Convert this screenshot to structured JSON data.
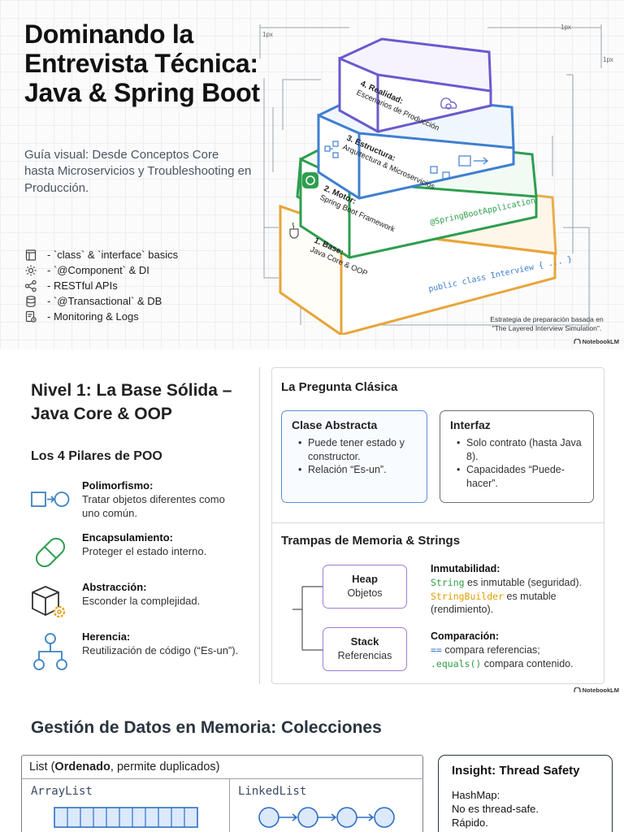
{
  "slide1": {
    "title": "Dominando la Entrevista Técnica: Java & Spring Boot",
    "subtitle": "Guía visual: Desde Conceptos Core hasta Microservicios y Troubleshooting en Producción.",
    "features": [
      {
        "icon": "code-file-icon",
        "text": "- `class` & `interface` basics"
      },
      {
        "icon": "gear-icon",
        "text": "- `@Component` & DI"
      },
      {
        "icon": "share-nodes-icon",
        "text": "- RESTful APIs"
      },
      {
        "icon": "database-icon",
        "text": "- `@Transactional` & DB"
      },
      {
        "icon": "monitoring-icon",
        "text": "- Monitoring & Logs"
      }
    ],
    "layers": [
      {
        "label": "4. Realidad:",
        "sub": "Escenarios de Producción",
        "color": "#6a5acd"
      },
      {
        "label": "3. Estructura:",
        "sub": "Arquitectura & Microservicios",
        "color": "#3f7fd0"
      },
      {
        "label": "2. Motor:",
        "sub": "Spring Boot Framework",
        "code": "@SpringBootApplication",
        "color": "#2e9e4f"
      },
      {
        "label": "1. Base:",
        "sub": "Java Core & OOP",
        "code": "public class Interview { ... }",
        "color": "#e8a53a"
      }
    ],
    "dims": {
      "a": "1px",
      "b": "1px",
      "c": "1px"
    },
    "strategy": "Estrategia de preparación basada en \"The Layered Interview Simulation\".",
    "brand": "NotebookLM"
  },
  "slide2": {
    "level_title": "Nivel 1: La Base Sólida – Java Core & OOP",
    "pillars_title": "Los 4 Pilares de POO",
    "pillars": [
      {
        "icon": "polymorphism-icon",
        "title": "Polimorfismo:",
        "desc": "Tratar objetos diferentes como uno común."
      },
      {
        "icon": "capsule-icon",
        "title": "Encapsulamiento:",
        "desc": "Proteger el estado interno."
      },
      {
        "icon": "box-gear-icon",
        "title": "Abstracción:",
        "desc": "Esconder la complejidad."
      },
      {
        "icon": "hierarchy-icon",
        "title": "Herencia:",
        "desc": "Reutilización de código (“Es-un”)."
      }
    ],
    "question_title": "La Pregunta Clásica",
    "abstract_card": {
      "title": "Clase Abstracta",
      "items": [
        "Puede tener estado y constructor.",
        "Relación “Es-un”."
      ]
    },
    "interface_card": {
      "title": "Interfaz",
      "items": [
        "Solo contrato (hasta Java 8).",
        "Capacidades “Puede-hacer”."
      ]
    },
    "memory_title": "Trampas de Memoria & Strings",
    "heap": {
      "title": "Heap",
      "sub": "Objetos"
    },
    "stack": {
      "title": "Stack",
      "sub": "Referencias"
    },
    "immut": {
      "title": "Inmutabilidad:",
      "code1": "String",
      "text1": " es inmutable (seguridad).",
      "code2": "StringBuilder",
      "text2": " es mutable (rendimiento)."
    },
    "compare": {
      "title": "Comparación:",
      "code1": "==",
      "text1": " compara referencias;",
      "code2": ".equals()",
      "text2": " compara contenido."
    },
    "brand": "NotebookLM"
  },
  "slide3": {
    "title": "Gestión de Datos en Memoria: Colecciones",
    "list_head_prefix": "List (",
    "list_head_bold": "Ordenado",
    "list_head_suffix": ", permite duplicados)",
    "impl_left": "ArrayList",
    "impl_right": "LinkedList",
    "insight_title": "Insight: Thread Safety",
    "insight_lines": [
      "HashMap:",
      "No es thread-safe.",
      "Rápido."
    ]
  }
}
